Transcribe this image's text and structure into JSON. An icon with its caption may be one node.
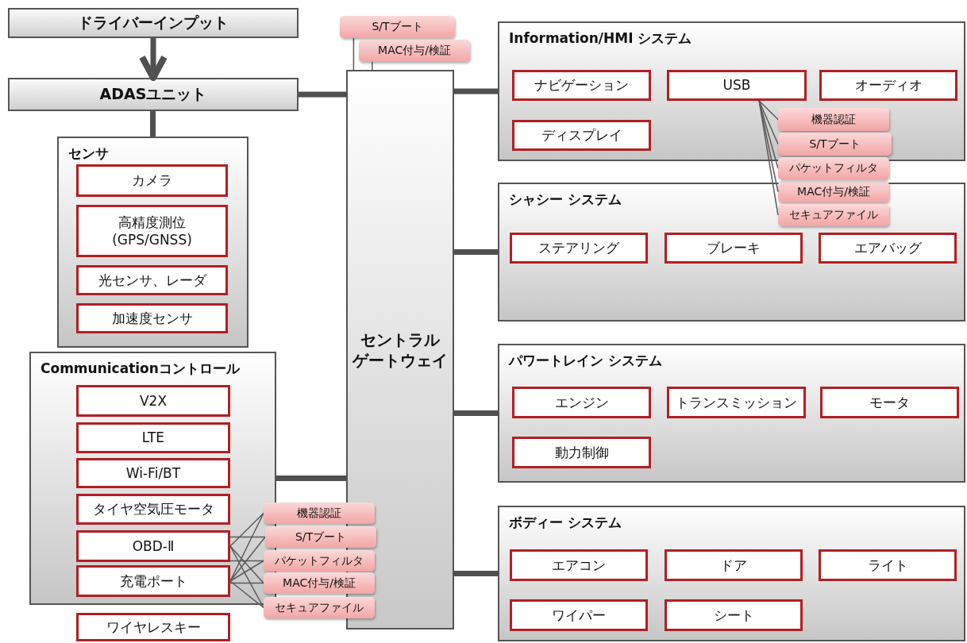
{
  "diagram": {
    "nodes": [
      {
        "text": [
          "ドライバーインプット"
        ]
      },
      {
        "text": [
          "ADASユニット"
        ]
      },
      {
        "text": [
          "S/Tブート"
        ]
      },
      {
        "text": [
          "MAC付与/検証"
        ]
      },
      {
        "text": [
          "Information/HMI システム"
        ]
      },
      {
        "text": [
          "ナビゲーション"
        ],
        "in": 4
      },
      {
        "text": [
          "USB"
        ],
        "in": 4
      },
      {
        "text": [
          "オーディオ"
        ],
        "in": 4
      },
      {
        "text": [
          "ディスプレイ"
        ],
        "in": 4
      },
      {
        "text": [
          "機器認証"
        ],
        "in": 4
      },
      {
        "text": [
          "S/Tブート"
        ],
        "in": 4
      },
      {
        "text": [
          "パケットフィルタ"
        ]
      },
      {
        "text": [
          "MAC付与/検証"
        ],
        "in": 19
      },
      {
        "text": [
          "セキュアファイル"
        ],
        "in": 19
      },
      {
        "text": [
          "センサ"
        ]
      },
      {
        "text": [
          "カメラ"
        ],
        "in": 14
      },
      {
        "text": [
          "高精度測位 (GPS/GNSS)"
        ],
        "in": 14
      },
      {
        "text": [
          "光センサ、レーダ"
        ],
        "in": 14
      },
      {
        "text": [
          "加速度センサ"
        ],
        "in": 14
      },
      {
        "text": [
          "シャシー システム"
        ]
      },
      {
        "text": [
          "ステアリング"
        ],
        "in": 19
      },
      {
        "text": [
          "ブレーキ"
        ],
        "in": 19
      },
      {
        "text": [
          "エアバッグ"
        ],
        "in": 19
      },
      {
        "text": [
          "セントラルゲートウェイ"
        ]
      },
      {
        "text": [
          "パワートレイン システム"
        ]
      },
      {
        "text": [
          "エンジン"
        ],
        "in": 24
      },
      {
        "text": [
          "トランスミッション"
        ],
        "in": 24
      },
      {
        "text": [
          "モータ"
        ],
        "in": 24
      },
      {
        "text": [
          "動力制御"
        ],
        "in": 24
      },
      {
        "text": [
          "Communicationコントロール"
        ]
      },
      {
        "text": [
          "V2X"
        ],
        "in": 29
      },
      {
        "text": [
          "LTE"
        ],
        "in": 29
      },
      {
        "text": [
          "Wi-Fi/BT"
        ],
        "in": 29
      },
      {
        "text": [
          "タイヤ空気圧モータ"
        ],
        "in": 29
      },
      {
        "text": [
          "OBD-Ⅱ"
        ],
        "in": 29
      },
      {
        "text": [
          "充電ポート"
        ],
        "in": 29
      },
      {
        "text": [
          "機器認証"
        ]
      },
      {
        "text": [
          "S/Tブート"
        ]
      },
      {
        "text": [
          "パケットフィルタ"
        ]
      },
      {
        "text": [
          "MAC付与/検証"
        ]
      },
      {
        "text": [
          "セキュアファイル"
        ]
      },
      {
        "text": [
          "ボディー システム"
        ]
      },
      {
        "text": [
          "エアコン"
        ],
        "in": 41
      },
      {
        "text": [
          "ドア"
        ],
        "in": 41
      },
      {
        "text": [
          "ライト"
        ],
        "in": 41
      },
      {
        "text": [
          "ワイパー"
        ],
        "in": 41
      },
      {
        "text": [
          "シート"
        ],
        "in": 41
      },
      {
        "text": [
          "ワイヤレスキー"
        ]
      }
    ],
    "edges": [
      {
        "from": 0,
        "to": 1,
        "arrow": "to",
        "style": "thick"
      },
      {
        "from": 1,
        "to": 14,
        "arrow": "none",
        "style": "thick"
      },
      {
        "from": 1,
        "to": 23,
        "arrow": "none",
        "style": "thick"
      },
      {
        "from": 29,
        "to": 23,
        "arrow": "none",
        "style": "thick"
      },
      {
        "from": 23,
        "to": 4,
        "arrow": "none",
        "style": "thick"
      },
      {
        "from": 23,
        "to": 19,
        "arrow": "none",
        "style": "thick"
      },
      {
        "from": 23,
        "to": 24,
        "arrow": "none",
        "style": "thick"
      },
      {
        "from": 23,
        "to": 41,
        "arrow": "none",
        "style": "thick"
      },
      {
        "from": 2,
        "to": 23,
        "arrow": "none"
      },
      {
        "from": 3,
        "to": 23,
        "arrow": "none"
      },
      {
        "from": 6,
        "to": 9,
        "arrow": "none"
      },
      {
        "from": 6,
        "to": 10,
        "arrow": "none"
      },
      {
        "from": 6,
        "to": 11,
        "arrow": "none"
      },
      {
        "from": 6,
        "to": 12,
        "arrow": "none"
      },
      {
        "from": 6,
        "to": 13,
        "arrow": "none"
      },
      {
        "from": 34,
        "to": 36,
        "arrow": "none"
      },
      {
        "from": 34,
        "to": 37,
        "arrow": "none"
      },
      {
        "from": 34,
        "to": 38,
        "arrow": "none"
      },
      {
        "from": 34,
        "to": 39,
        "arrow": "none"
      },
      {
        "from": 34,
        "to": 40,
        "arrow": "none"
      },
      {
        "from": 35,
        "to": 36,
        "arrow": "none"
      },
      {
        "from": 35,
        "to": 37,
        "arrow": "none"
      },
      {
        "from": 35,
        "to": 38,
        "arrow": "none"
      },
      {
        "from": 35,
        "to": 39,
        "arrow": "none"
      },
      {
        "from": 35,
        "to": 40,
        "arrow": "none"
      }
    ]
  }
}
